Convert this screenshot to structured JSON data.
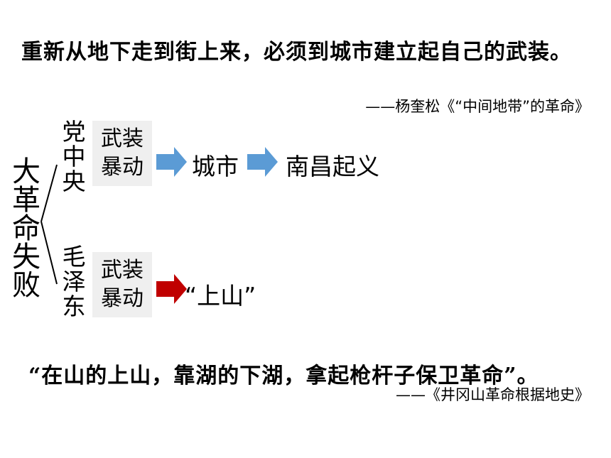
{
  "quote_top": {
    "text": "重新从地下走到街上来，必须到城市建立起自己的武装。",
    "source": "——杨奎松《“中间地带”的革命》"
  },
  "root": {
    "label": [
      "大",
      "革",
      "命",
      "失",
      "败"
    ]
  },
  "branches": [
    {
      "actor": [
        "党",
        "中",
        "央"
      ],
      "action": [
        "武装",
        "暴动"
      ],
      "targets": [
        "城市",
        "南昌起义"
      ],
      "arrow_color": "#5b9bd5"
    },
    {
      "actor": [
        "毛",
        "泽",
        "东"
      ],
      "action": [
        "武装",
        "暴动"
      ],
      "targets": [
        "“上山”"
      ],
      "arrow_color": "#c00000"
    }
  ],
  "quote_bottom": {
    "text": "“在山的上山，靠湖的下湖，拿起枪杆子保卫革命”。",
    "source": "——《井冈山革命根据地史》"
  }
}
